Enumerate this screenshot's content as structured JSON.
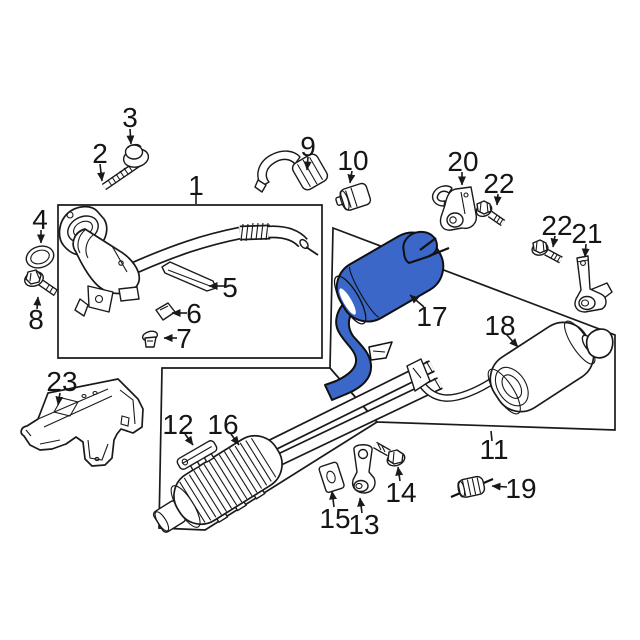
{
  "diagram": {
    "background_color": "#ffffff",
    "line_color": "#1a1a1a",
    "highlight_color": "#3a67c8",
    "highlighted_callout": "17",
    "callouts": [
      {
        "id": "1",
        "label": "1"
      },
      {
        "id": "2",
        "label": "2"
      },
      {
        "id": "3",
        "label": "3"
      },
      {
        "id": "4",
        "label": "4"
      },
      {
        "id": "5",
        "label": "5"
      },
      {
        "id": "6",
        "label": "6"
      },
      {
        "id": "7",
        "label": "7"
      },
      {
        "id": "8",
        "label": "8"
      },
      {
        "id": "9",
        "label": "9"
      },
      {
        "id": "10",
        "label": "10"
      },
      {
        "id": "11",
        "label": "11"
      },
      {
        "id": "12",
        "label": "12"
      },
      {
        "id": "13",
        "label": "13"
      },
      {
        "id": "14",
        "label": "14"
      },
      {
        "id": "15",
        "label": "15"
      },
      {
        "id": "16",
        "label": "16"
      },
      {
        "id": "17",
        "label": "17"
      },
      {
        "id": "18",
        "label": "18"
      },
      {
        "id": "19",
        "label": "19"
      },
      {
        "id": "20",
        "label": "20"
      },
      {
        "id": "21",
        "label": "21"
      },
      {
        "id": "22a",
        "label": "22"
      },
      {
        "id": "22b",
        "label": "22"
      },
      {
        "id": "23",
        "label": "23"
      }
    ]
  }
}
